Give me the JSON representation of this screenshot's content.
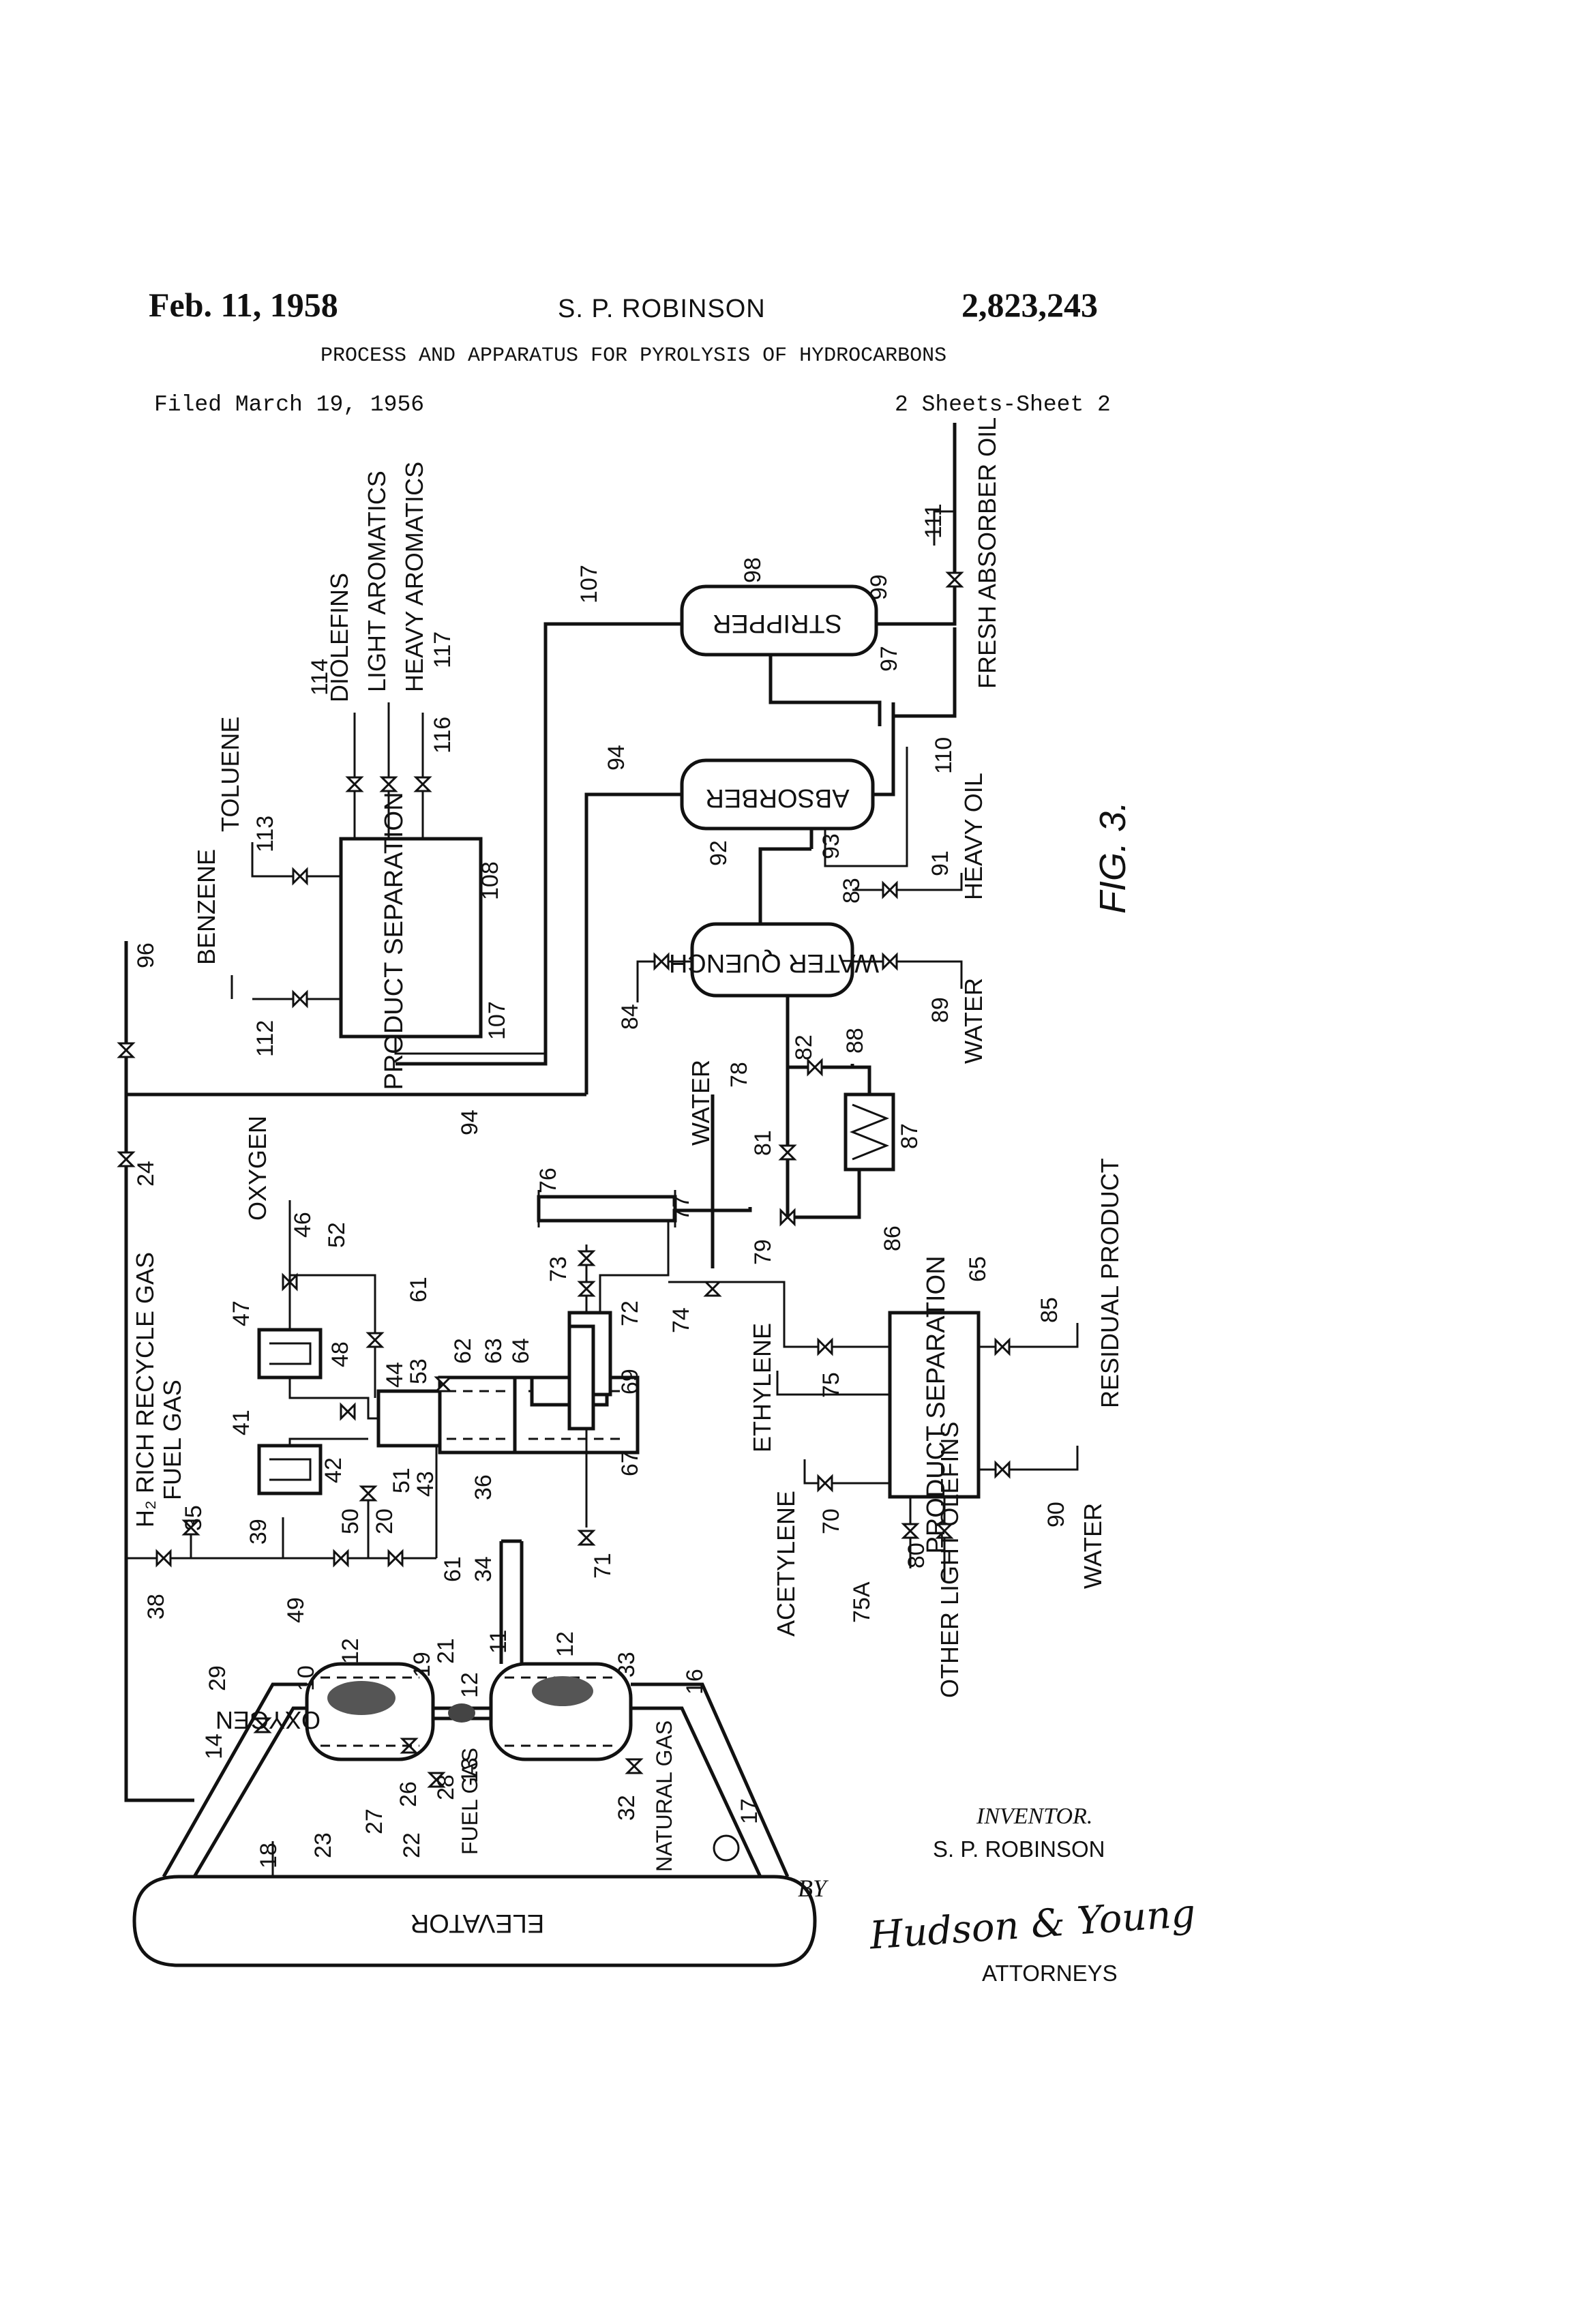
{
  "header": {
    "date": "Feb. 11, 1958",
    "inventor_name": "S. P. ROBINSON",
    "patent_number": "2,823,243",
    "title": "PROCESS AND APPARATUS FOR PYROLYSIS OF HYDROCARBONS",
    "filed": "Filed March 19, 1956",
    "sheets": "2 Sheets-Sheet 2"
  },
  "labels": {
    "diolefins": "DIOLEFINS",
    "light_aromatics": "LIGHT AROMATICS",
    "heavy_aromatics": "HEAVY AROMATICS",
    "toluene": "TOLUENE",
    "benzene": "BENZENE",
    "product_separation_top": "PRODUCT SEPARATION",
    "stripper": "STRIPPER",
    "absorber": "ABSORBER",
    "water_quench": "WATER QUENCH",
    "fresh_absorber_oil": "FRESH ABSORBER OIL",
    "heavy_oil": "HEAVY OIL",
    "water_89": "WATER",
    "water_78": "WATER",
    "oxygen_46": "OXYGEN",
    "h2_rich_recycle_gas": "H₂ RICH RECYCLE GAS",
    "fuel_gas_35": "FUEL GAS",
    "residual_product": "RESIDUAL PRODUCT",
    "product_separation_bottom": "PRODUCT SEPARATION",
    "ethylene": "ETHYLENE",
    "acetylene": "ACETYLENE",
    "other_light_olefins": "OTHER LIGHT OLEFINS",
    "water_90": "WATER",
    "oxygen_27": "OXYGEN",
    "fuel_gas_28": "FUEL GAS",
    "natural_gas": "NATURAL GAS",
    "elevator": "ELEVATOR",
    "fig": "FIG. 3."
  },
  "numbers": {
    "n10": "10",
    "n11": "11",
    "n12": "12",
    "n13": "13",
    "n14": "14",
    "n16": "16",
    "n17": "17",
    "n18": "18",
    "n19": "19",
    "n20": "20",
    "n21": "21",
    "n22": "22",
    "n23": "23",
    "n24": "24",
    "n26": "26",
    "n27": "27",
    "n28": "28",
    "n29": "29",
    "n32": "32",
    "n33": "33",
    "n34": "34",
    "n35": "35",
    "n36": "36",
    "n38": "38",
    "n39": "39",
    "n41": "41",
    "n42": "42",
    "n43": "43",
    "n44": "44",
    "n46": "46",
    "n47": "47",
    "n48": "48",
    "n49": "49",
    "n50": "50",
    "n51": "51",
    "n52": "52",
    "n53": "53",
    "n61": "61",
    "n62": "62",
    "n63": "63",
    "n64": "64",
    "n65": "65",
    "n67": "67",
    "n69": "69",
    "n70": "70",
    "n71": "71",
    "n72": "72",
    "n73": "73",
    "n74": "74",
    "n75": "75",
    "n75a": "75A",
    "n76": "76",
    "n77": "77",
    "n78": "78",
    "n79": "79",
    "n80": "80",
    "n81": "81",
    "n82": "82",
    "n83": "83",
    "n84": "84",
    "n85": "85",
    "n86": "86",
    "n87": "87",
    "n88": "88",
    "n89": "89",
    "n90": "90",
    "n91": "91",
    "n92": "92",
    "n93": "93",
    "n94": "94",
    "n96": "96",
    "n97": "97",
    "n98": "98",
    "n99": "99",
    "n107": "107",
    "n108": "108",
    "n110": "110",
    "n111": "111",
    "n112": "112",
    "n113": "113",
    "n114": "114",
    "n116": "116",
    "n117": "117"
  },
  "signature": {
    "inventor_label": "INVENTOR.",
    "inventor": "S. P. ROBINSON",
    "by": "BY",
    "signature_text": "Hudson & Young",
    "attorneys": "ATTORNEYS"
  }
}
